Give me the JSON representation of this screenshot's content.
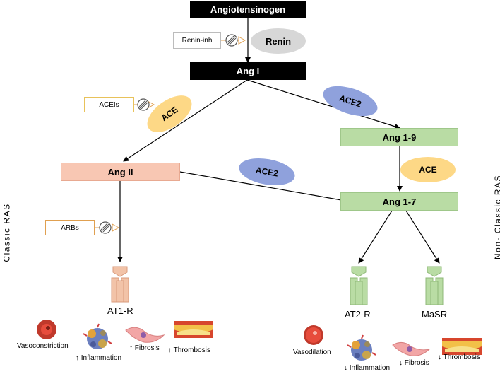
{
  "nodes": {
    "angiotensinogen": "Angiotensinogen",
    "renin": "Renin",
    "ang1": "Ang I",
    "ace_left": "ACE",
    "ace2_top": "ACE2",
    "ang19": "Ang 1-9",
    "ang2": "Ang II",
    "ace2_mid": "ACE2",
    "ace_right": "ACE",
    "ang17": "Ang 1-7"
  },
  "inhibitors": {
    "renin_inh": "Renin-inh",
    "aceis": "ACEIs",
    "arbs": "ARBs"
  },
  "receptors": {
    "at1r": "AT1-R",
    "at2r": "AT2-R",
    "masr": "MaSR"
  },
  "side_labels": {
    "classic": "Classic RAS",
    "nonclassic": "Non- Classic RAS"
  },
  "effects_left": {
    "vasoconstriction": "Vasoconstriction",
    "inflammation": "↑ Inflammation",
    "fibrosis": "↑ Fibrosis",
    "thrombosis": "↑ Thrombosis"
  },
  "effects_right": {
    "vasodilation": "Vasodilation",
    "inflammation": "↓ Inflammation",
    "fibrosis": "↓ Fibrosis",
    "thrombosis": "↓ Thrombosis"
  },
  "colors": {
    "black_box": "#000000",
    "salmon_box": "#f8c7b3",
    "green_box": "#b9dca4",
    "ace_yellow": "#fdd886",
    "ace2_blue": "#8fa1dc",
    "renin_grey": "#d7d7d7",
    "receptor_orange": "#f2c3a8",
    "receptor_green": "#b9dca4"
  }
}
